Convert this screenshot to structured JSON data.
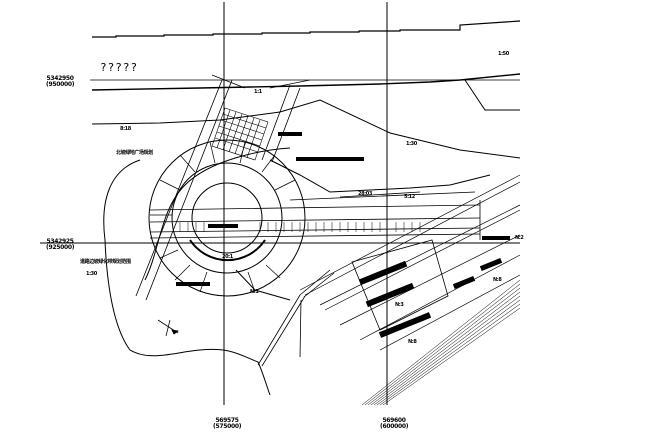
{
  "drawing": {
    "title_placeholder": "?????",
    "background": "#ffffff",
    "ink": "#000000",
    "grid": {
      "northings": [
        {
          "value": "5342950",
          "local": "(950000)"
        },
        {
          "value": "5342925",
          "local": "(925000)"
        }
      ],
      "eastings": [
        {
          "value": "569575",
          "local": "(575000)"
        },
        {
          "value": "569600",
          "local": "(600000)"
        }
      ]
    },
    "annotations": {
      "top_right_small": "1:50",
      "right_mid": "1:30",
      "west_label_1": "8:18",
      "west_label_2": "北坡绿地广场规划",
      "west_label_3": "道路边坡绿化带规划范围",
      "west_label_4": "1:30",
      "plaza_label": "20:1",
      "road_label_1": "28:03",
      "road_label_2": "5:12",
      "south_label": "N:1",
      "rail_label_1": "N:3",
      "rail_label_2": "N:8",
      "rail_label_3": "N:8",
      "east_label": "N:2",
      "top_label": "1:1"
    }
  }
}
